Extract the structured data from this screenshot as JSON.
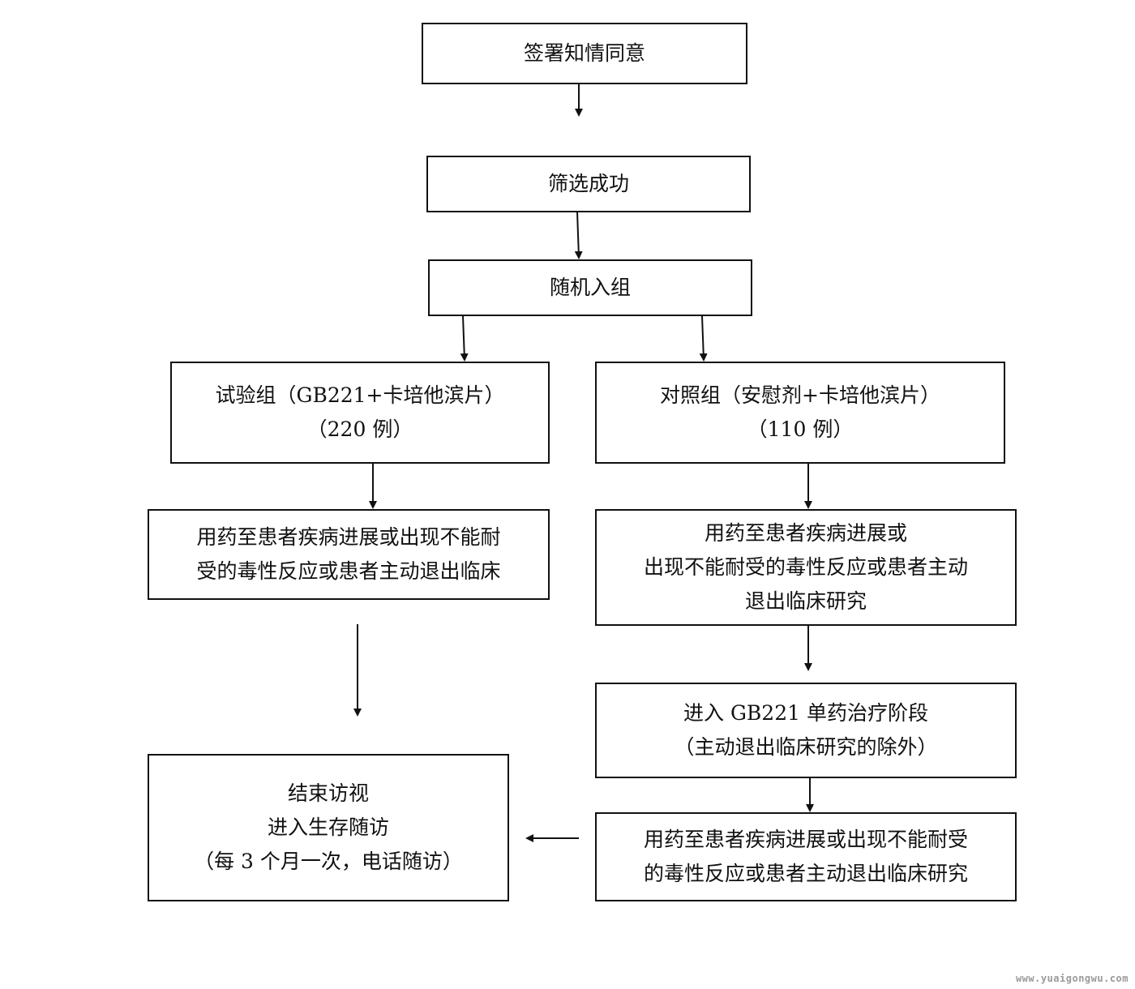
{
  "boxes": {
    "consent": "签署知情同意",
    "screening": "筛选成功",
    "randomize": "随机入组",
    "test_group": {
      "line1": "试验组（GB221+卡培他滨片）",
      "line2": "（220 例）"
    },
    "control_group": {
      "line1": "对照组（安慰剂+卡培他滨片）",
      "line2": "（110 例）"
    },
    "test_dosing": {
      "line1": "用药至患者疾病进展或出现不能耐",
      "line2": "受的毒性反应或患者主动退出临床"
    },
    "control_dosing": {
      "line1": "用药至患者疾病进展或",
      "line2": "出现不能耐受的毒性反应或患者主动",
      "line3": "退出临床研究"
    },
    "mono_phase": {
      "line1": "进入 GB221 单药治疗阶段",
      "line2": "（主动退出临床研究的除外）"
    },
    "mono_dosing": {
      "line1": "用药至患者疾病进展或出现不能耐受",
      "line2": "的毒性反应或患者主动退出临床研究"
    },
    "end_visit": {
      "line1": "结束访视",
      "line2": "进入生存随访",
      "line3": "（每 3 个月一次，电话随访）"
    }
  },
  "watermark": "www.yuaigongwu.com"
}
